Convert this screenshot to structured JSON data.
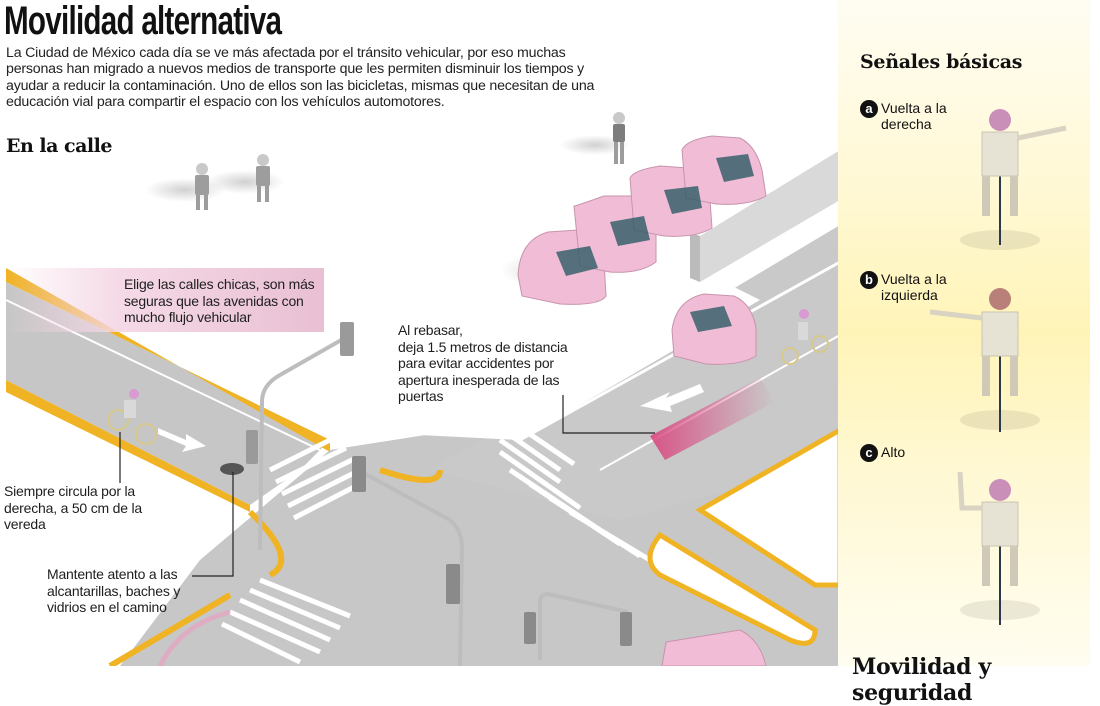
{
  "header": {
    "title": "Movilidad alternativa",
    "intro": "La Ciudad de México cada día se ve más afectada por el tránsito vehicular, por eso muchas personas han migrado a nuevos medios de transporte que les permiten disminuir los tiempos y ayudar a reducir la contaminación. Uno de ellos son las bicicletas, mismas que necesitan de una educación vial para compartir el espacio con los vehículos automotores."
  },
  "street": {
    "heading": "En la calle",
    "callouts": {
      "elige": "Elige las calles chicas, son más seguras que las avenidas con mucho flujo vehicular",
      "rebasar_1": "Al rebasar,",
      "rebasar_2": "deja 1.5 metros de distancia para evitar accidentes por apertura inesperada de las puertas",
      "siempre": "Siempre circula por la derecha, a 50 cm de la vereda",
      "mantente": "Mantente atento a las alcantarillas, baches y vidrios en el camino"
    }
  },
  "signals": {
    "heading": "Señales básicas",
    "items": [
      {
        "badge": "a",
        "label": "Vuelta a la derecha"
      },
      {
        "badge": "b",
        "label": "Vuelta a la izquierda"
      },
      {
        "badge": "c",
        "label": "Alto"
      }
    ],
    "next_heading_clipped": "Movilidad y seguridad"
  },
  "colors": {
    "road": "#c9c9c9",
    "curb": "#f0b324",
    "car": "#f0bcd6",
    "accent_pink": "#d9477f",
    "panel": "#fff4b8"
  }
}
